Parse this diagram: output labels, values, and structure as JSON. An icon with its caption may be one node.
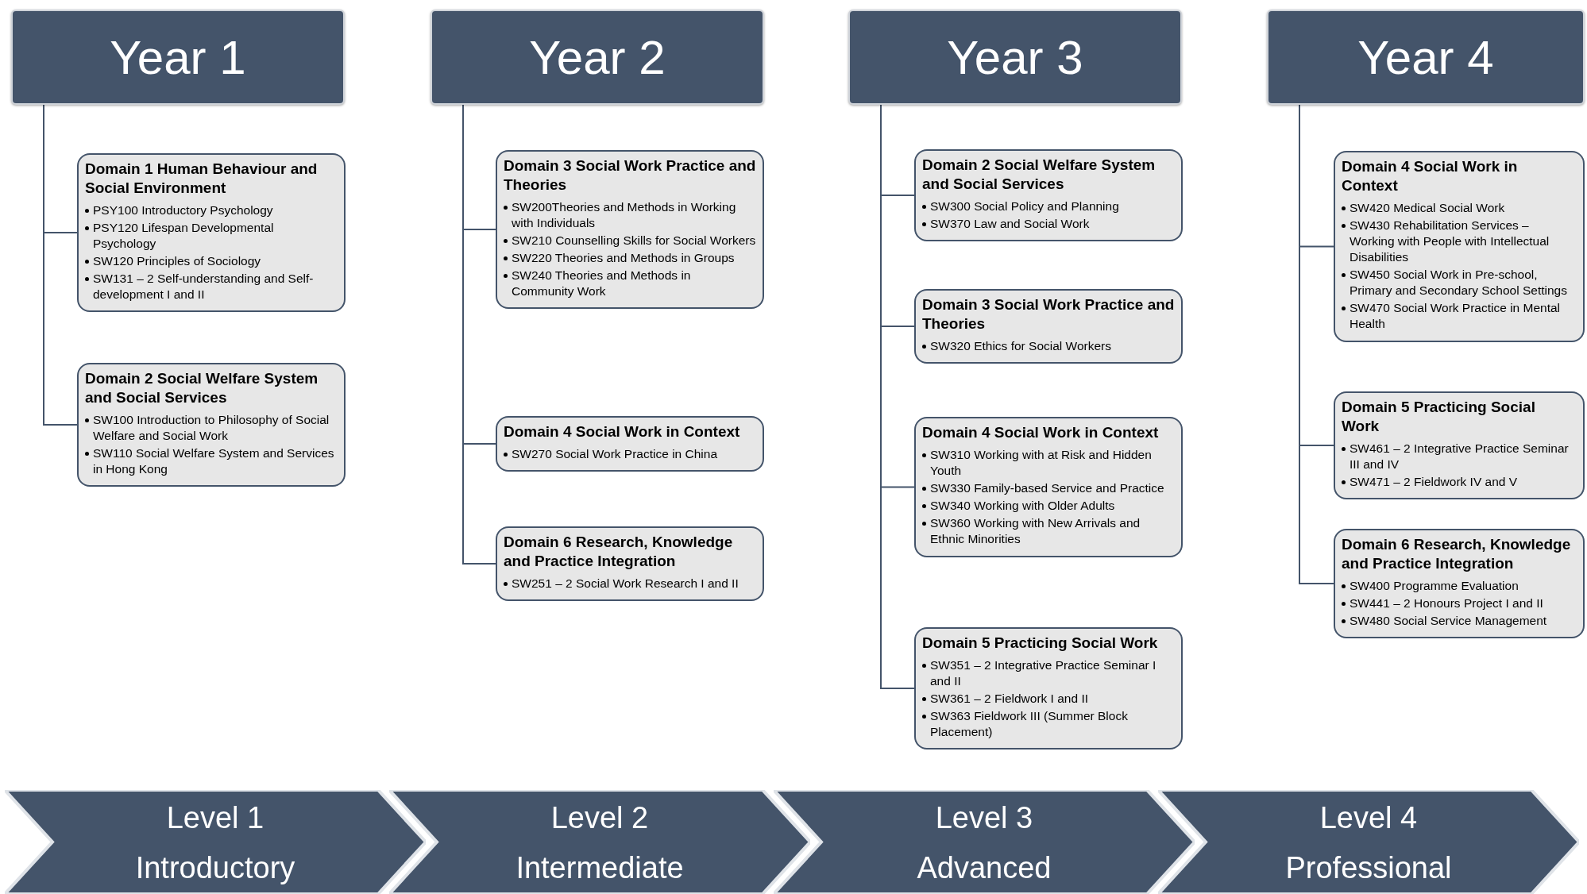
{
  "diagram": {
    "nodes": [
      {
        "text": [
          "Year 1"
        ]
      },
      {
        "text": [
          "Domain 1 Human Behaviour and Social Environment",
          "PSY100 Introductory Psychology",
          "PSY120 Lifespan Developmental Psychology",
          "SW120 Principles of Sociology",
          "SW131 – 2 Self-understanding and Self-development I and II"
        ]
      },
      {
        "text": [
          "Domain 2 Social Welfare System and Social Services",
          "SW100 Introduction to Philosophy of Social Welfare and Social Work",
          "SW110 Social Welfare System and Services in Hong Kong"
        ]
      },
      {
        "text": [
          "Year 2"
        ]
      },
      {
        "text": [
          "Domain 3 Social Work Practice and Theories",
          "SW200Theories and Methods in Working with Individuals",
          "SW210 Counselling Skills for Social Workers",
          "SW220 Theories and Methods in Groups",
          "SW240 Theories and Methods in Community Work"
        ]
      },
      {
        "text": [
          "Domain 4 Social Work in Context",
          "SW270 Social Work Practice in China"
        ]
      },
      {
        "text": [
          "Domain 6 Research, Knowledge and Practice Integration",
          "SW251 – 2 Social Work Research I and II"
        ]
      },
      {
        "text": [
          "Year 3"
        ]
      },
      {
        "text": [
          "Domain 2 Social Welfare System and Social Services",
          "SW300 Social Policy and Planning",
          "SW370 Law and Social Work"
        ]
      },
      {
        "text": [
          "Domain 3 Social Work Practice and Theories",
          "SW320 Ethics for Social Workers"
        ]
      },
      {
        "text": [
          "Domain 4 Social Work in Context",
          "SW310 Working with at Risk and Hidden Youth",
          "SW330 Family-based Service and Practice",
          "SW340 Working with Older Adults",
          "SW360 Working with New Arrivals and Ethnic Minorities"
        ]
      },
      {
        "text": [
          "Domain 5 Practicing Social Work",
          "SW351 – 2 Integrative Practice Seminar I and II",
          "SW361 – 2 Fieldwork I and II",
          "SW363 Fieldwork III (Summer Block Placement)"
        ]
      },
      {
        "text": [
          "Year 4"
        ]
      },
      {
        "text": [
          "Domain 4 Social Work in Context",
          "SW420 Medical Social Work",
          "SW430 Rehabilitation Services – Working with People with Intellectual Disabilities",
          "SW450 Social Work in Pre-school, Primary and Secondary School Settings",
          "SW470 Social Work Practice in Mental Health"
        ]
      },
      {
        "text": [
          "Domain 5 Practicing Social Work",
          "SW461 – 2 Integrative Practice Seminar III and IV",
          "SW471 – 2 Fieldwork IV and V"
        ]
      },
      {
        "text": [
          "Domain 6 Research, Knowledge and Practice Integration",
          "SW400 Programme Evaluation",
          "SW441 – 2 Honours Project I and II",
          "SW480 Social Service Management"
        ]
      },
      {
        "text": [
          "Level 1",
          "Introductory"
        ]
      },
      {
        "text": [
          "Level 2",
          "Intermediate"
        ]
      },
      {
        "text": [
          "Level 3",
          "Advanced"
        ]
      },
      {
        "text": [
          "Level 4",
          "Professional"
        ]
      }
    ],
    "edges": [
      {
        "from": 0,
        "to": 1,
        "arrow": "none"
      },
      {
        "from": 0,
        "to": 2,
        "arrow": "none"
      },
      {
        "from": 3,
        "to": 4,
        "arrow": "none"
      },
      {
        "from": 3,
        "to": 5,
        "arrow": "none"
      },
      {
        "from": 3,
        "to": 6,
        "arrow": "none"
      },
      {
        "from": 7,
        "to": 8,
        "arrow": "none"
      },
      {
        "from": 7,
        "to": 9,
        "arrow": "none"
      },
      {
        "from": 7,
        "to": 10,
        "arrow": "none"
      },
      {
        "from": 7,
        "to": 11,
        "arrow": "none"
      },
      {
        "from": 12,
        "to": 13,
        "arrow": "none"
      },
      {
        "from": 12,
        "to": 14,
        "arrow": "none"
      },
      {
        "from": 12,
        "to": 15,
        "arrow": "none"
      }
    ]
  }
}
